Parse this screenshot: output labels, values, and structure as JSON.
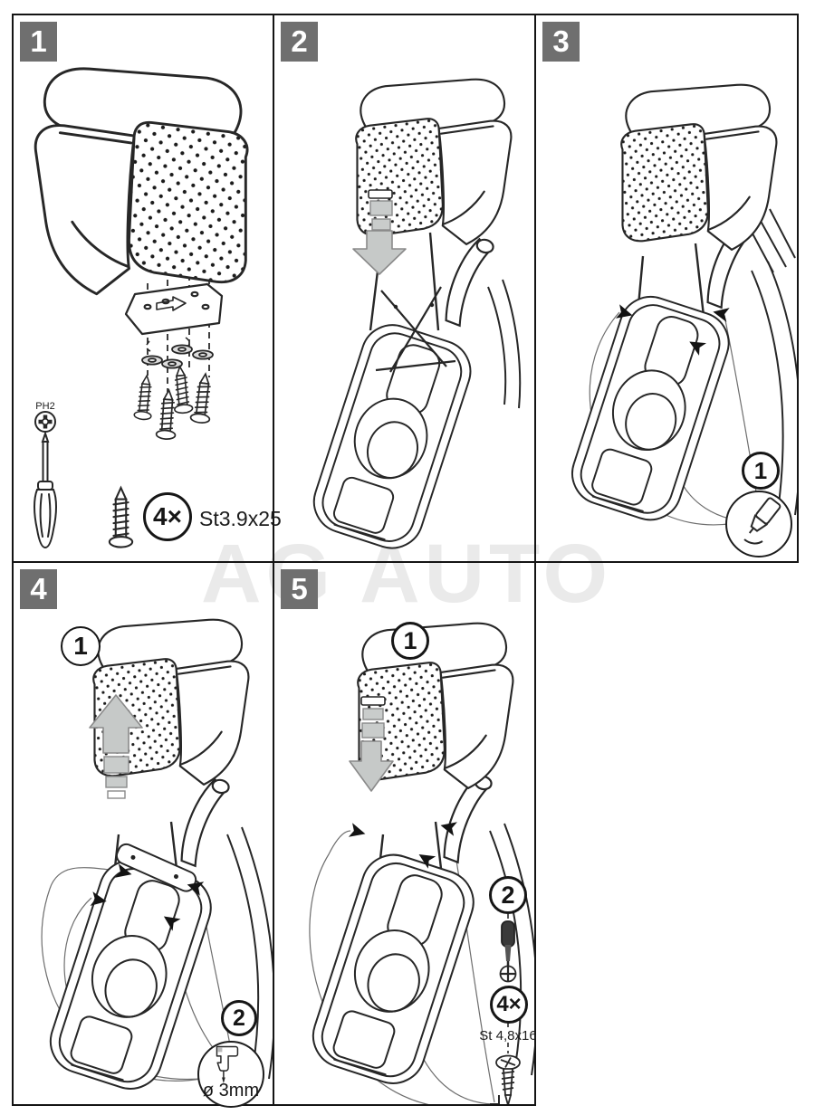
{
  "watermark_text": "AG AUTO",
  "step1": {
    "badge": "1",
    "tool_size_label": "PH2",
    "quantity_label": "4×",
    "screw_spec": "St3.9x25"
  },
  "step2": {
    "badge": "2"
  },
  "step3": {
    "badge": "3",
    "callout_number": "1"
  },
  "step4": {
    "badge": "4",
    "callout1": "1",
    "callout2": "2",
    "drill_diameter": "ø 3mm"
  },
  "step5": {
    "badge": "5",
    "callout1": "1",
    "callout2": "2",
    "quantity_label": "4×",
    "screw_spec": "St 4,8x16"
  }
}
